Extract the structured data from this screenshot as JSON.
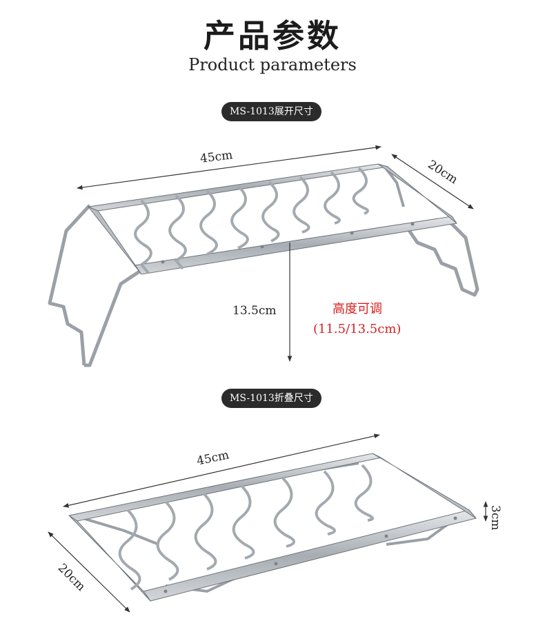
{
  "header": {
    "title": "产品参数",
    "subtitle": "Product parameters"
  },
  "unfolded": {
    "badge": "MS-1013展开尺寸",
    "length": "45cm",
    "width": "20cm",
    "height": "13.5cm",
    "adjust_title": "高度可调",
    "adjust_range": "(11.5/13.5cm)"
  },
  "folded": {
    "badge": "MS-1013折叠尺寸",
    "length": "45cm",
    "width": "20cm",
    "height": "3cm"
  },
  "colors": {
    "steel": "#9aa0a6",
    "steel_dark": "#6d7278",
    "badge_bg": "#2b2b2b",
    "accent_red": "#d81e1e"
  }
}
